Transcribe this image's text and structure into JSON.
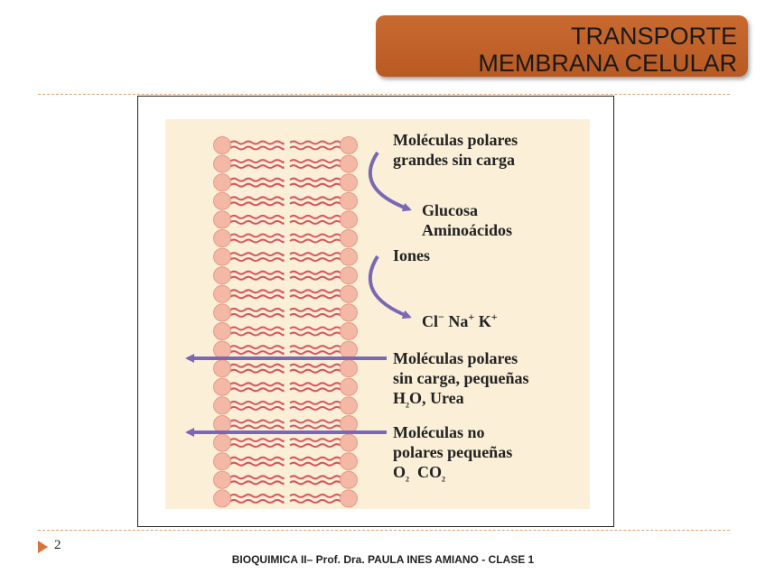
{
  "header": {
    "title_line1": "TRANSPORTE",
    "title_line2": "MEMBRANA CELULAR"
  },
  "figure": {
    "label_polar_large_1": "Moléculas polares",
    "label_polar_large_2": "grandes sin carga",
    "label_glucose": "Glucosa",
    "label_amino": "Aminoácidos",
    "label_ions": "Iones",
    "label_ion_list_cl": "Cl",
    "label_ion_list_na": "Na",
    "label_ion_list_k": "K",
    "label_minus": "−",
    "label_plus": "+",
    "label_polar_small_1": "Moléculas polares",
    "label_polar_small_2": "sin carga, pequeñas",
    "label_water_h": "H",
    "label_water_sub": "2",
    "label_water_rest": "O, Urea",
    "label_nonpolar_1": "Moléculas no",
    "label_nonpolar_2": "polares pequeñas",
    "label_o": "O",
    "label_o_sub": "2",
    "label_co": "CO",
    "label_co_sub": "2",
    "colors": {
      "background": "#fbefd8",
      "head": "#f3b8a6",
      "tail": "#d8555a",
      "arrow": "#7b68b5"
    }
  },
  "footer": {
    "slide_number": "2",
    "text": "BIOQUIMICA II– Prof. Dra. PAULA INES AMIANO - CLASE 1"
  }
}
